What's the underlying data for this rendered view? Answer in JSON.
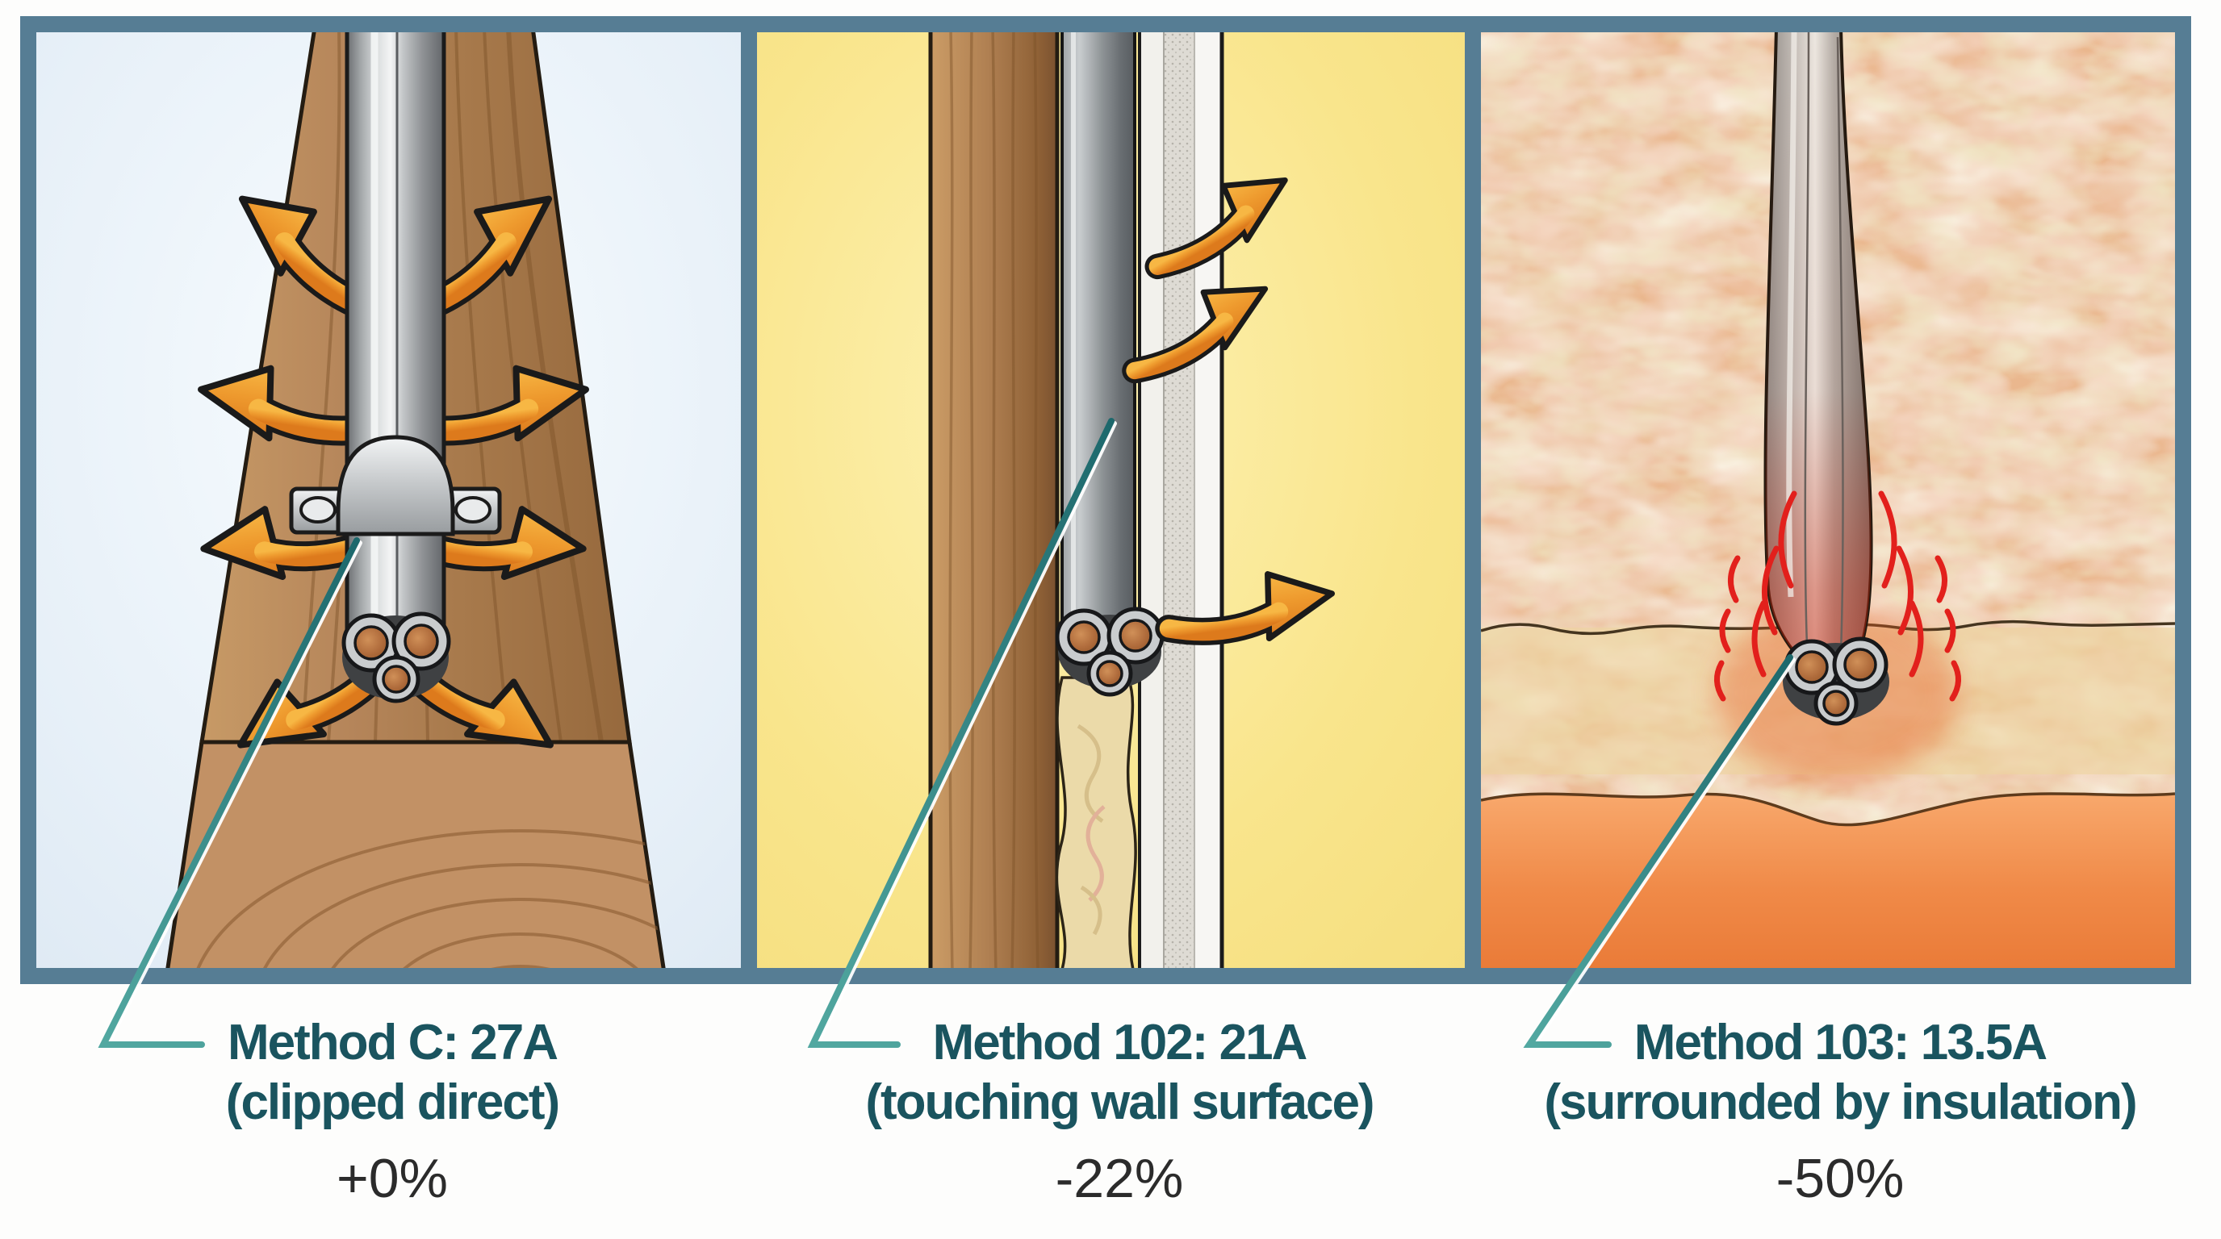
{
  "figure": {
    "description_role": "three-panel cable installation heat-dissipation comparison",
    "captions": [
      {
        "method": "Method C: 27A",
        "condition": "(clipped direct)",
        "delta": "+0%"
      },
      {
        "method": "Method 102: 21A",
        "condition": "(touching wall surface)",
        "delta": "-22%"
      },
      {
        "method": "Method 103: 13.5A",
        "condition": "(surrounded by insulation)",
        "delta": "-50%"
      }
    ],
    "icons": {
      "heat_flow": "curved-orange-arrow",
      "heat_buildup": "red-heat-squiggle",
      "pointer": "teal-leader-line"
    },
    "colors": {
      "frame_border": "#567d94",
      "panel1_background": "#e8f1f8",
      "panel2_background": "#f9e58c",
      "panel3_background": "#eab78e",
      "caption_text": "#1a545f",
      "delta_text": "#2b2b2b",
      "arrow_orange": "#ee9a2e",
      "leader_teal": "#2a8084",
      "heat_red": "#e2201c",
      "wood": "#b08254",
      "cable_gray": "#a6aaac",
      "copper": "#b06c3c",
      "insulation_cream": "#ebdaa9",
      "hot_zone_orange": "#f08a48"
    }
  }
}
